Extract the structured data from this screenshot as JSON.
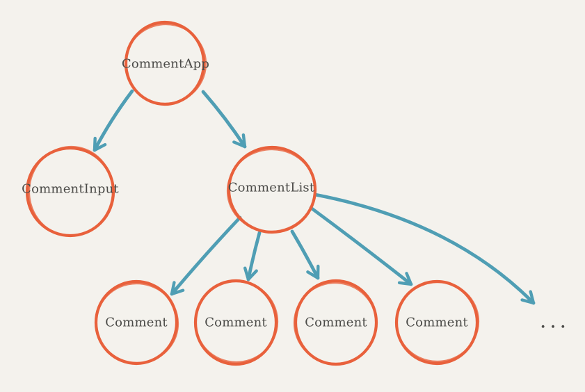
{
  "diagram": {
    "type": "component-tree",
    "nodes": {
      "comment_app": {
        "label": "CommentApp"
      },
      "comment_input": {
        "label": "CommentInput"
      },
      "comment_list": {
        "label": "CommentList"
      },
      "comment_1": {
        "label": "Comment"
      },
      "comment_2": {
        "label": "Comment"
      },
      "comment_3": {
        "label": "Comment"
      },
      "comment_4": {
        "label": "Comment"
      },
      "ellipsis": {
        "label": "..."
      }
    },
    "edges": [
      {
        "from": "comment_app",
        "to": "comment_input"
      },
      {
        "from": "comment_app",
        "to": "comment_list"
      },
      {
        "from": "comment_list",
        "to": "comment_1"
      },
      {
        "from": "comment_list",
        "to": "comment_2"
      },
      {
        "from": "comment_list",
        "to": "comment_3"
      },
      {
        "from": "comment_list",
        "to": "comment_4"
      },
      {
        "from": "comment_list",
        "to": "ellipsis"
      }
    ],
    "colors": {
      "background": "#f4f2ed",
      "node_stroke": "#e8613c",
      "arrow": "#4f9eb4",
      "label_text": "#4b4b48"
    }
  }
}
